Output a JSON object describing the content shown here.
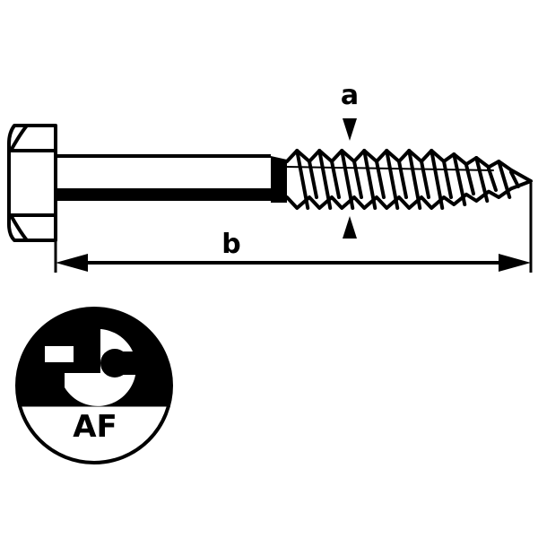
{
  "labels": {
    "thread_diameter": "a",
    "length": "b",
    "drive": "AF"
  },
  "icons": {
    "screw": "hex-head-wood-screw-icon",
    "drive": "wrench-icon"
  },
  "colors": {
    "line": "#000000",
    "background": "#ffffff"
  }
}
